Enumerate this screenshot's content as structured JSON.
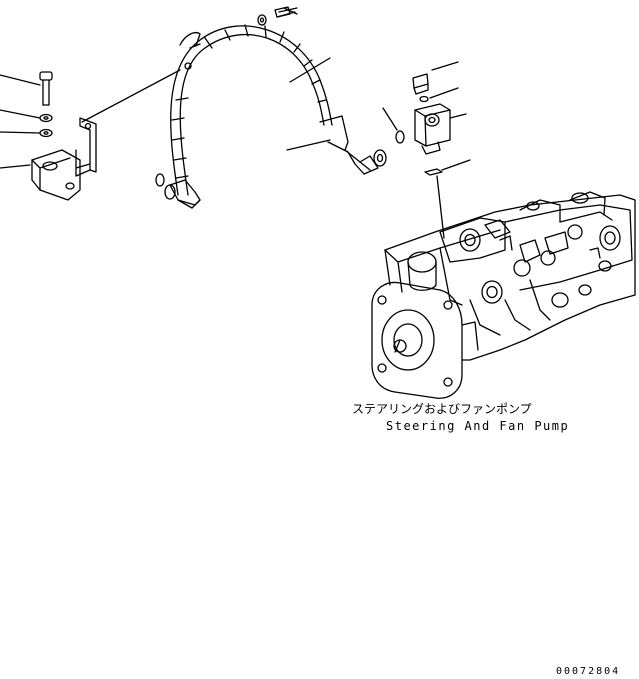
{
  "caption": {
    "japanese": "ステアリングおよびファンポンプ",
    "english": "Steering And Fan Pump"
  },
  "document_code": "00072804",
  "colors": {
    "line": "#000000",
    "background": "#ffffff"
  }
}
